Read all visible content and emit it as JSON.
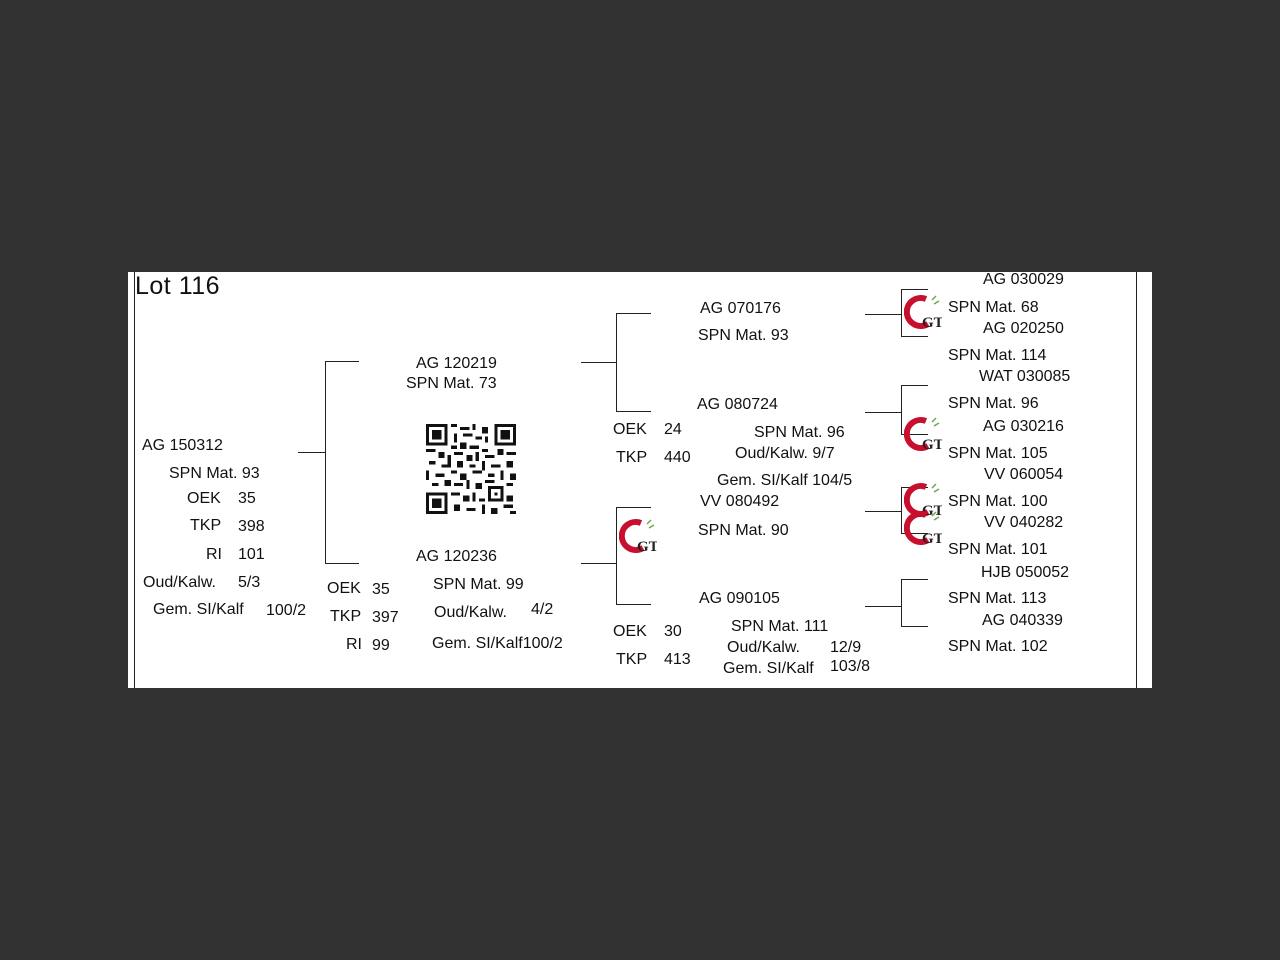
{
  "lot": "Lot 116",
  "animal": {
    "id": "AG  150312",
    "rows": [
      {
        "label": "SPN Mat. 93",
        "value": ""
      },
      {
        "label": "OEK",
        "value": "35"
      },
      {
        "label": "TKP",
        "value": "398"
      },
      {
        "label": "RI",
        "value": "101"
      },
      {
        "label": "Oud/Kalw.",
        "value": "5/3"
      },
      {
        "label": "Gem. SI/Kalf",
        "value": "100/2"
      }
    ]
  },
  "sire": {
    "id": "AG  120219",
    "spn": "SPN Mat. 73"
  },
  "dam": {
    "id": "AG  120236",
    "oek_label": "OEK",
    "oek": "35",
    "tkp_label": "TKP",
    "tkp": "397",
    "ri_label": "RI",
    "ri": "99",
    "spn": "SPN Mat. 99",
    "oud_label": "Oud/Kalw.",
    "oud": "4/2",
    "gem": "Gem. SI/Kalf100/2"
  },
  "gen2": {
    "ss": {
      "id": "AG  070176",
      "spn": "SPN Mat. 93"
    },
    "sd": {
      "id": "AG  080724",
      "oek_label": "OEK",
      "oek": "24",
      "tkp_label": "TKP",
      "tkp": "440",
      "spn": "SPN Mat. 96",
      "oud": "Oud/Kalw.  9/7",
      "gem": "Gem. SI/Kalf  104/5"
    },
    "ds": {
      "id": "VV  080492",
      "spn": "SPN Mat. 90"
    },
    "dd": {
      "id": "AG  090105",
      "oek_label": "OEK",
      "oek": "30",
      "tkp_label": "TKP",
      "tkp": "413",
      "spn": "SPN Mat. 111",
      "oud_label": "Oud/Kalw.",
      "oud": "12/9",
      "gem_label": "Gem. SI/Kalf",
      "gem": "103/8"
    }
  },
  "gen3": [
    {
      "id": "AG  030029",
      "spn": "SPN Mat. 68"
    },
    {
      "id": "AG  020250",
      "spn": "SPN Mat. 114"
    },
    {
      "id": "WAT 030085",
      "spn": "SPN Mat. 96"
    },
    {
      "id": "AG  030216",
      "spn": "SPN Mat. 105"
    },
    {
      "id": "VV  060054",
      "spn": "SPN Mat. 100"
    },
    {
      "id": "VV  040282",
      "spn": "SPN Mat. 101"
    },
    {
      "id": "HJB 050052",
      "spn": "SPN Mat. 113"
    },
    {
      "id": "AG  040339",
      "spn": "SPN Mat. 102"
    }
  ],
  "logo_text": "GT",
  "colors": {
    "logo_red": "#c8102e",
    "logo_green": "#6aa84f",
    "background": "#323232",
    "paper": "#ffffff"
  }
}
